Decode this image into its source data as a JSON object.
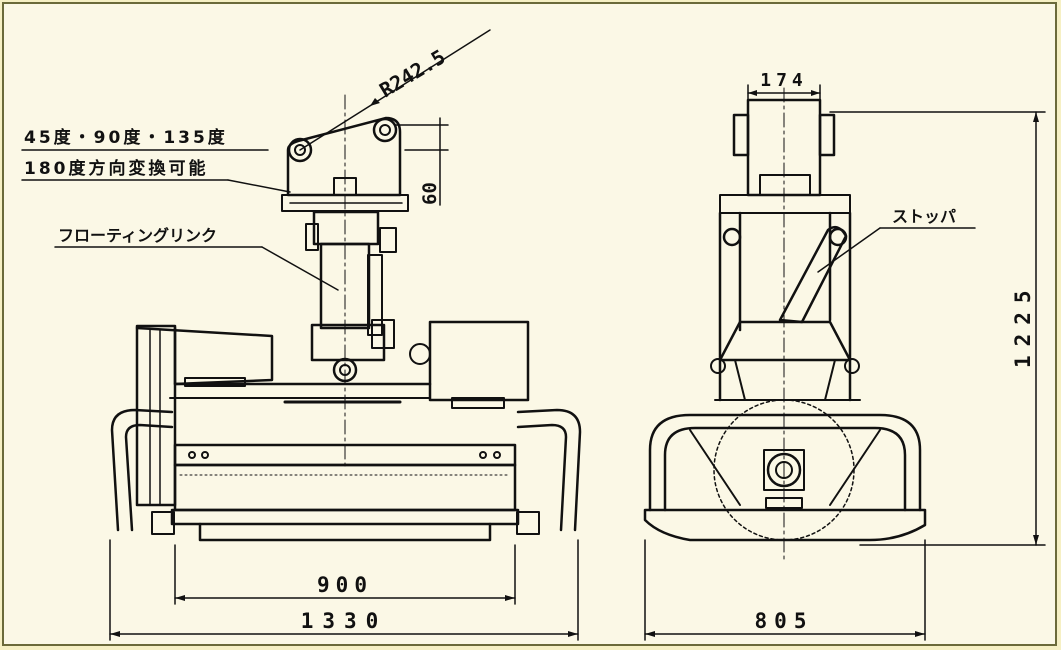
{
  "drawing": {
    "labels": {
      "rotation_line1": "45度・90度・135度",
      "rotation_line2": "180度方向変換可能",
      "floating_link": "フローティングリンク",
      "stopper": "ストッパ"
    },
    "dimensions": {
      "radius": "R242.5",
      "pin_offset": "60",
      "inner_width": "900",
      "overall_width": "1330",
      "top_width": "174",
      "height": "1225",
      "side_width": "805"
    }
  }
}
